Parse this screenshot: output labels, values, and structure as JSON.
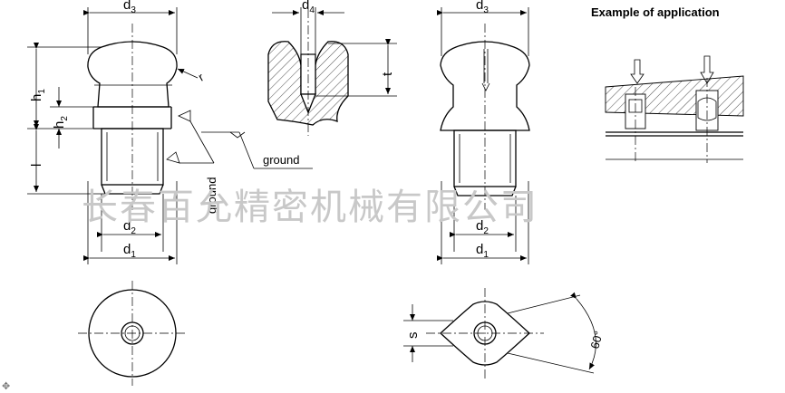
{
  "labels": {
    "d3": "d",
    "d3_sub": "3",
    "d4": "d",
    "d4_sub": "4",
    "d2": "d",
    "d2_sub": "2",
    "d1": "d",
    "d1_sub": "1",
    "h1": "h",
    "h1_sub": "1",
    "h2": "h",
    "h2_sub": "2",
    "l": "l",
    "t": "t",
    "r": "r",
    "s": "s",
    "angle": "60°",
    "ground": "ground"
  },
  "example_title": "Example of application",
  "watermark": "长春百允精密机械有限公司",
  "move_icon": "move-icon"
}
